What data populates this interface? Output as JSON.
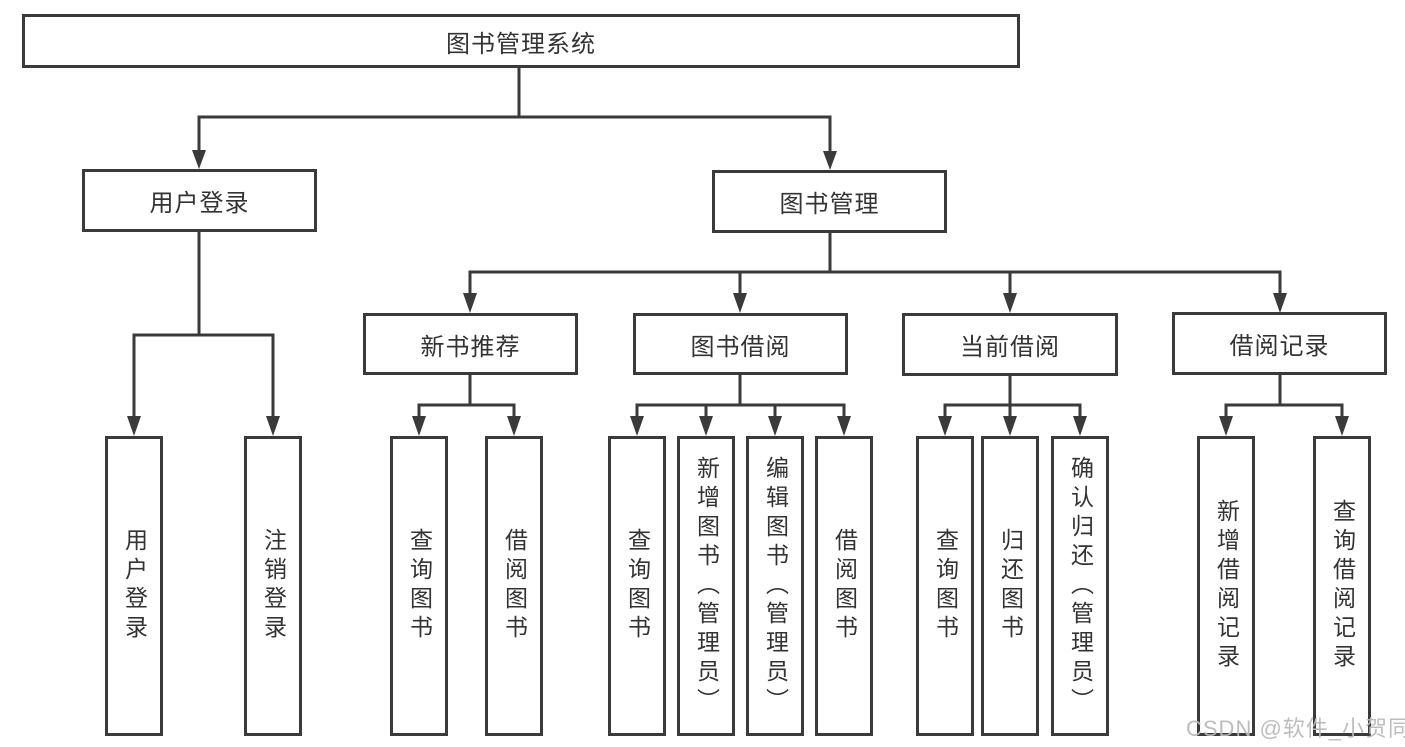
{
  "diagram": {
    "title": "图书管理系统",
    "type": "hierarchy-tree"
  },
  "colors": {
    "line": "#3a3a3a",
    "box_border": "#3a3a3a",
    "text": "#333333",
    "background": "#ffffff",
    "watermark": "#b9b9b9"
  },
  "tree": {
    "root": {
      "label": "图书管理系统"
    },
    "branches": [
      {
        "label": "用户登录",
        "children": [
          {
            "label": "用户登录"
          },
          {
            "label": "注销登录"
          }
        ]
      },
      {
        "label": "图书管理",
        "children": [
          {
            "label": "新书推荐",
            "children": [
              {
                "label": "查询图书"
              },
              {
                "label": "借阅图书"
              }
            ]
          },
          {
            "label": "图书借阅",
            "children": [
              {
                "label": "查询图书"
              },
              {
                "label": "新增图书（管理员）"
              },
              {
                "label": "编辑图书（管理员）"
              },
              {
                "label": "借阅图书"
              }
            ]
          },
          {
            "label": "当前借阅",
            "children": [
              {
                "label": "查询图书"
              },
              {
                "label": "归还图书"
              },
              {
                "label": "确认归还（管理员）"
              }
            ]
          },
          {
            "label": "借阅记录",
            "children": [
              {
                "label": "新增借阅记录"
              },
              {
                "label": "查询借阅记录"
              }
            ]
          }
        ]
      }
    ]
  },
  "watermark": {
    "text": "CSDN @软件_小贺同学"
  }
}
